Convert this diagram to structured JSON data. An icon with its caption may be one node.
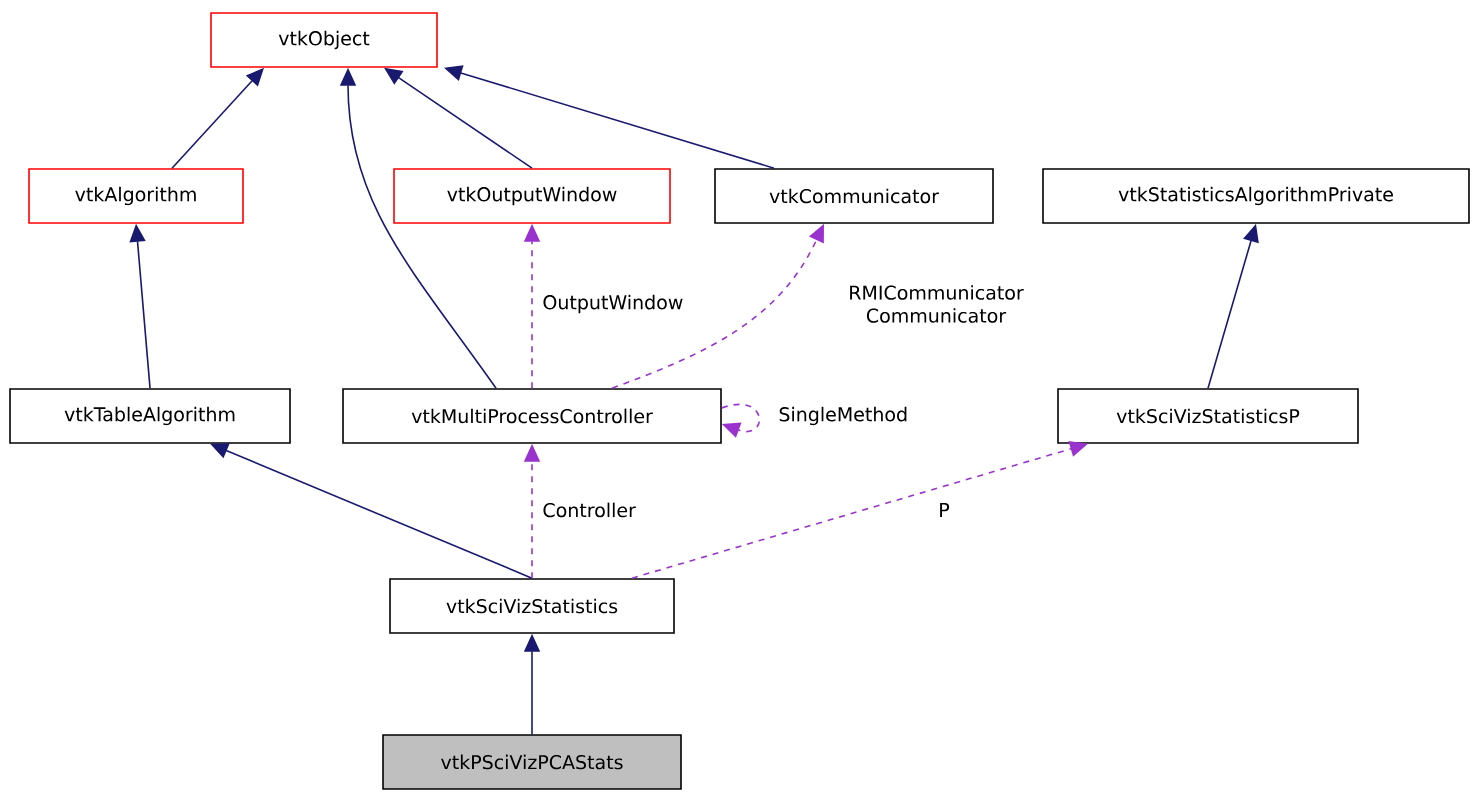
{
  "diagram": {
    "nodes": [
      {
        "text": [
          "vtkObject"
        ]
      },
      {
        "text": [
          "vtkAlgorithm"
        ]
      },
      {
        "text": [
          "vtkOutputWindow"
        ]
      },
      {
        "text": [
          "vtkCommunicator"
        ]
      },
      {
        "text": [
          "vtkStatisticsAlgorithmPrivate"
        ]
      },
      {
        "text": [
          "vtkTableAlgorithm"
        ]
      },
      {
        "text": [
          "vtkMultiProcessController"
        ]
      },
      {
        "text": [
          "vtkSciVizStatisticsP"
        ]
      },
      {
        "text": [
          "vtkSciVizStatistics"
        ]
      },
      {
        "text": [
          "vtkPSciVizPCAStats"
        ]
      }
    ],
    "edges": [
      {
        "from": 1,
        "to": 0,
        "arrow": "to"
      },
      {
        "from": 6,
        "to": 0,
        "arrow": "to"
      },
      {
        "from": 2,
        "to": 0,
        "arrow": "to"
      },
      {
        "from": 3,
        "to": 0,
        "arrow": "to"
      },
      {
        "from": 5,
        "to": 1,
        "arrow": "to"
      },
      {
        "from": 6,
        "to": 2,
        "arrow": "to",
        "label": "OutputWindow",
        "style": "dashed",
        "color": "#9a32cd"
      },
      {
        "from": 6,
        "to": 3,
        "arrow": "to",
        "label": "RMICommunicator Communicator",
        "style": "dashed",
        "color": "#9a32cd"
      },
      {
        "from": 6,
        "to": 6,
        "arrow": "to",
        "label": "SingleMethod",
        "style": "dashed",
        "color": "#9a32cd"
      },
      {
        "from": 7,
        "to": 4,
        "arrow": "to"
      },
      {
        "from": 8,
        "to": 5,
        "arrow": "to"
      },
      {
        "from": 8,
        "to": 6,
        "arrow": "to",
        "label": "Controller",
        "style": "dashed",
        "color": "#9a32cd"
      },
      {
        "from": 8,
        "to": 7,
        "arrow": "to",
        "label": "P",
        "style": "dashed",
        "color": "#9a32cd"
      },
      {
        "from": 9,
        "to": 8,
        "arrow": "to"
      }
    ]
  }
}
